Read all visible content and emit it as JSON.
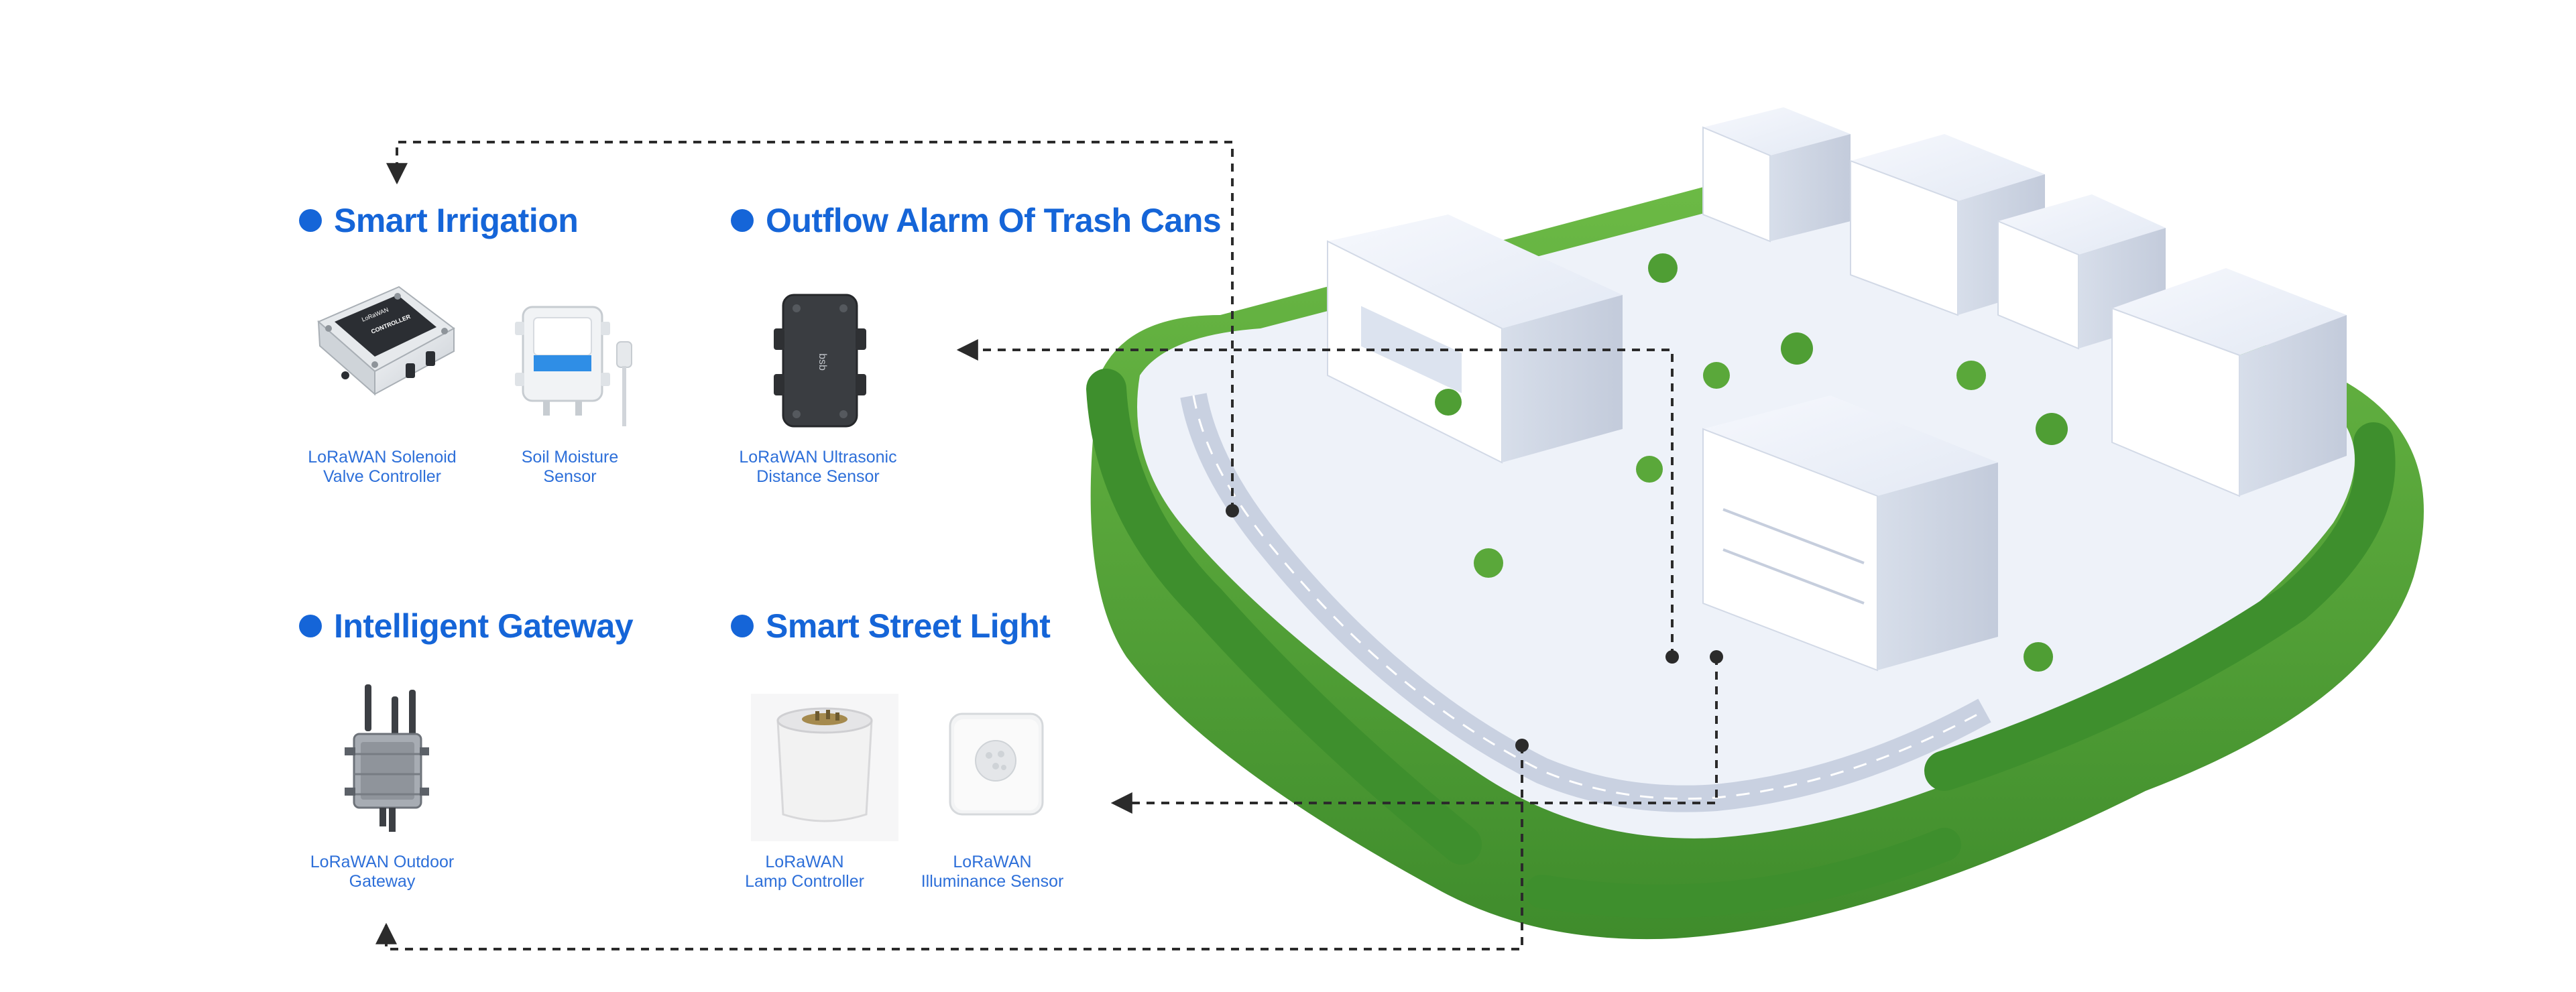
{
  "sections": {
    "irrigation": {
      "title": "Smart Irrigation"
    },
    "trash": {
      "title": "Outflow Alarm Of Trash Cans"
    },
    "gateway": {
      "title": "Intelligent Gateway"
    },
    "street_light": {
      "title": "Smart Street Light"
    }
  },
  "devices": {
    "solenoid": {
      "line1": "LoRaWAN Solenoid",
      "line2": "Valve Controller",
      "logo_lines": [
        "LoRaWAN",
        "CONTROLLER"
      ]
    },
    "soil": {
      "line1": "Soil Moisture",
      "line2": "Sensor"
    },
    "ultrasonic": {
      "line1": "LoRaWAN Ultrasonic",
      "line2": "Distance Sensor",
      "logo": "bsb"
    },
    "outdoor_gateway": {
      "line1": "LoRaWAN Outdoor",
      "line2": "Gateway"
    },
    "lamp": {
      "line1": "LoRaWAN",
      "line2": "Lamp Controller"
    },
    "illuminance": {
      "line1": "LoRaWAN",
      "line2": "Illuminance Sensor"
    }
  },
  "colors": {
    "accent": "#1565d8",
    "caption": "#2d6fd9",
    "connector": "#333333",
    "grass": "#5aa83a",
    "building": "#e8edf7"
  }
}
